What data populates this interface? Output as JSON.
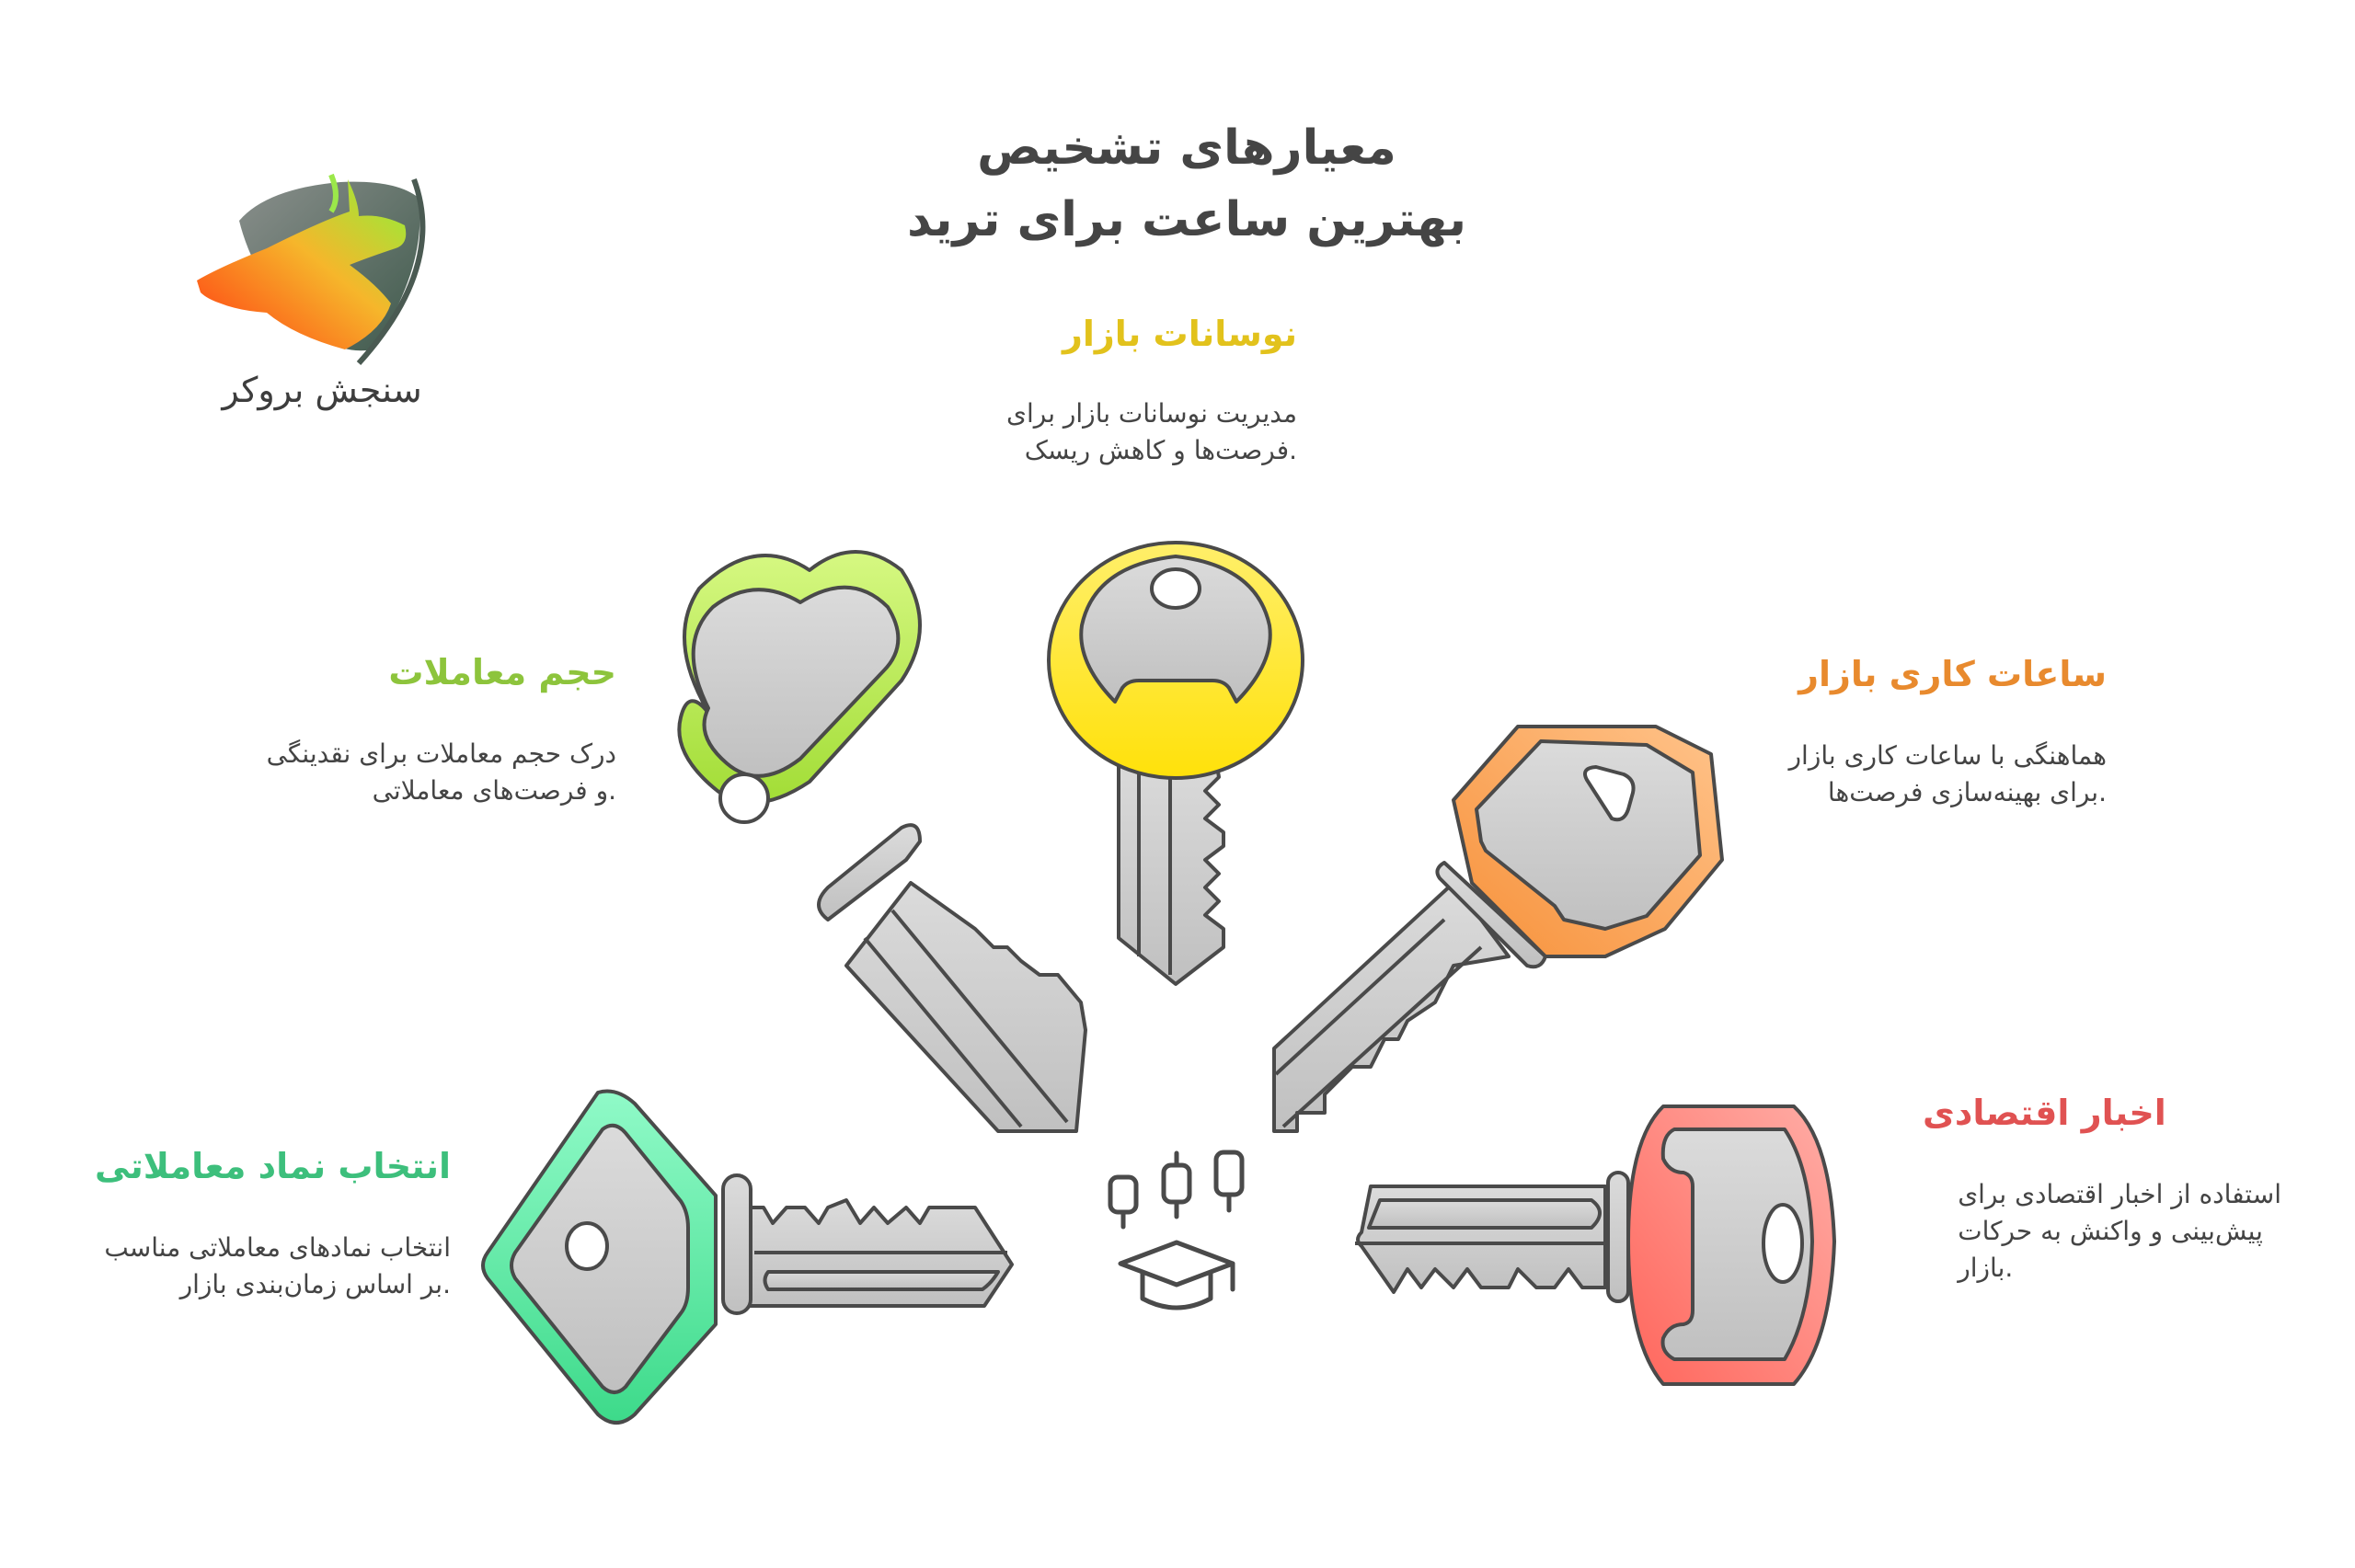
{
  "title": {
    "line1": "معیارهای تشخیص",
    "line2": "بهترین ساعت برای ترید"
  },
  "logo": {
    "icon": "bull-bear-shield-logo",
    "text": "سنجش بروکر"
  },
  "center_icon": "candlestick-graduation-cap-icon",
  "items": [
    {
      "id": "volatility",
      "heading": "نوسانات بازار",
      "desc_line1": "مدیریت نوسانات بازار برای",
      "desc_line2": ".فرصت‌ها و کاهش ریسک",
      "color": "#E2C21C",
      "key_color_top": "#FFEF5A",
      "key_color_bottom": "#FFE20F",
      "key_shape": "round-head-key"
    },
    {
      "id": "volume",
      "heading": "حجم معاملات",
      "desc_line1": "درک حجم معاملات برای نقدینگی",
      "desc_line2": ".و فرصت‌های معاملاتی",
      "color": "#8DC43C",
      "key_color_top": "#D4F77E",
      "key_color_bottom": "#A6DF3A",
      "key_shape": "clover-head-key"
    },
    {
      "id": "hours",
      "heading": "ساعات کاری بازار",
      "desc_line1": "هماهنگی با ساعات کاری بازار",
      "desc_line2": ".برای بهینه‌سازی فرصت‌ها",
      "color": "#E88A2E",
      "key_color_top": "#FFC07E",
      "key_color_bottom": "#F7953A",
      "key_shape": "hexagon-head-key"
    },
    {
      "id": "symbol",
      "heading": "انتخاب نماد معاملاتی",
      "desc_line1": "انتخاب نمادهای معاملاتی مناسب",
      "desc_line2": ".بر اساس زمان‌بندی بازار",
      "color": "#3DBF7C",
      "key_color_top": "#8CF8C4",
      "key_color_bottom": "#3EDC8C",
      "key_shape": "diamond-head-key"
    },
    {
      "id": "news",
      "heading": "اخبار اقتصادی",
      "desc_line1": "استفاده از اخبار اقتصادی برای",
      "desc_line2": "پیش‌بینی و واکنش به حرکات",
      "desc_line3": ".بازار",
      "color": "#E05252",
      "key_color_top": "#FFA9A2",
      "key_color_bottom": "#FF6B62",
      "key_shape": "rounded-rect-head-key"
    }
  ],
  "colors": {
    "outline": "#4A4A4A",
    "metal_light": "#D9D9D9",
    "metal_dark": "#C2C2C2",
    "title": "#454545",
    "body_text": "#444444"
  }
}
